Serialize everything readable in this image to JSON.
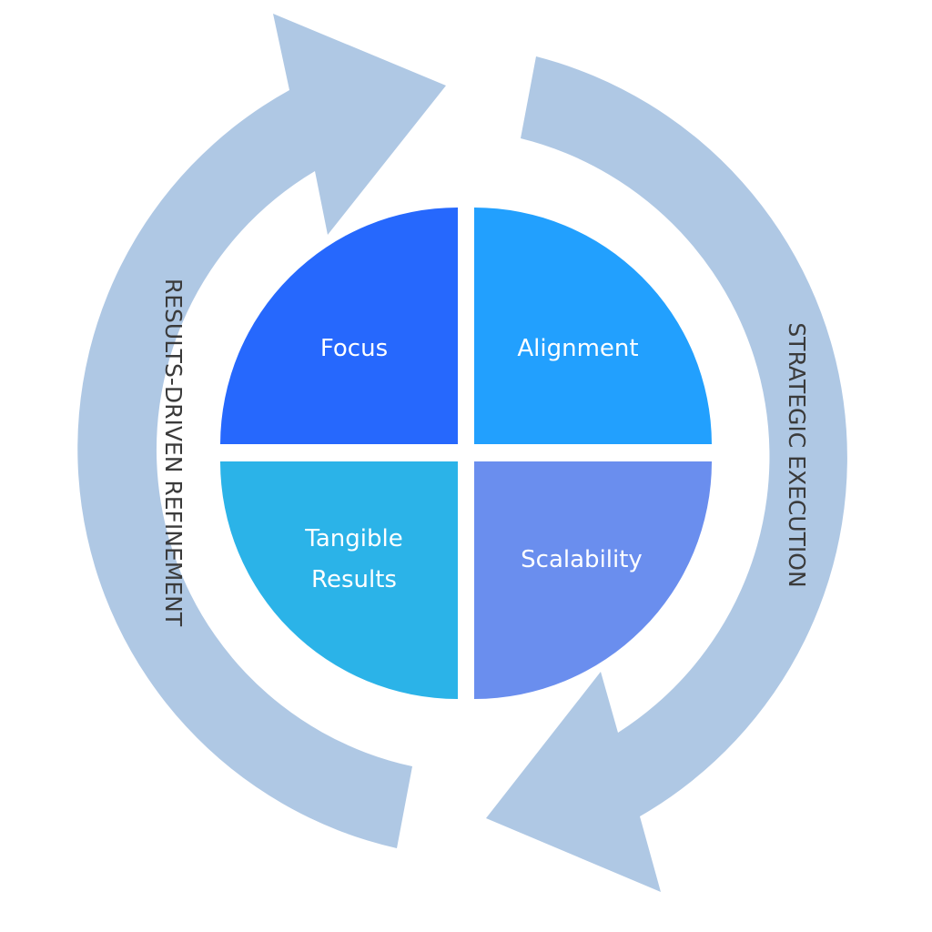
{
  "diagram": {
    "quadrants": {
      "top_left": {
        "label": "Focus",
        "color": "#2668FD"
      },
      "top_right": {
        "label": "Alignment",
        "color": "#22A0FE"
      },
      "bottom_left": {
        "label_line1": "Tangible",
        "label_line2": "Results",
        "color": "#2BB3E8"
      },
      "bottom_right": {
        "label": "Scalability",
        "color": "#6A8EEE"
      }
    },
    "cycle": {
      "left_arrow": {
        "label": "RESULTS-DRIVEN REFINEMENT",
        "color": "#AFC8E4"
      },
      "right_arrow": {
        "label": "STRATEGIC EXECUTION",
        "color": "#AFC8E4"
      }
    }
  }
}
